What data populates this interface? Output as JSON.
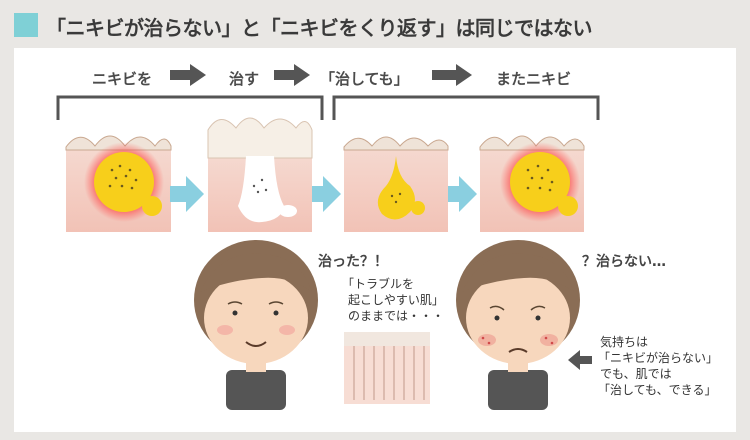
{
  "title": "「ニキビが治らない」と「ニキビをくり返す」は同じではない",
  "steps": [
    "ニキビを",
    "治す",
    "「治しても」",
    "またニキビ"
  ],
  "speech_left": "治った？！",
  "speech_right": "？治らない…",
  "note_left": [
    "「トラブルを",
    "起こしやすい肌」",
    "のままでは・・・"
  ],
  "note_right": [
    "気持ちは",
    "「ニキビが治らない」",
    "でも、肌では",
    "「治しても、できる」"
  ],
  "colors": {
    "accent": "#7fd0d6",
    "arrow": "#8acfe0",
    "pimple": "#f7cf1b",
    "skin": "#f3c9be",
    "hair": "#8a6d55"
  }
}
